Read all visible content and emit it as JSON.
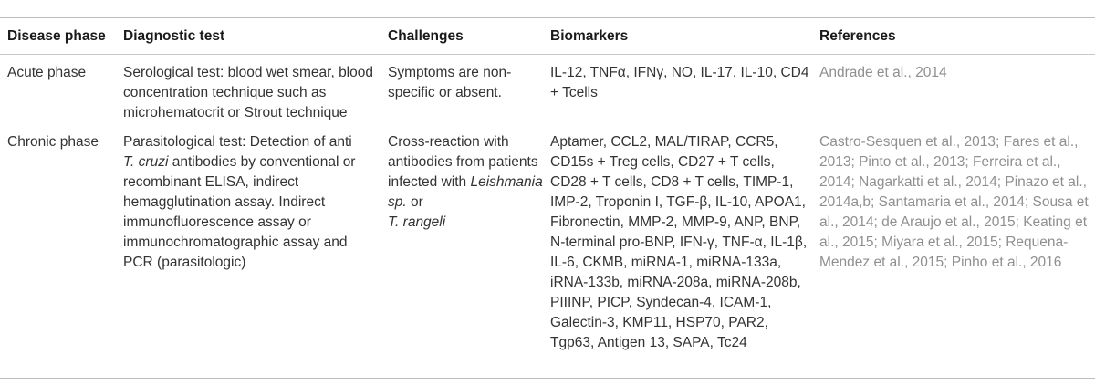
{
  "table": {
    "headers": {
      "disease_phase": "Disease phase",
      "diagnostic_test": "Diagnostic test",
      "challenges": "Challenges",
      "biomarkers": "Biomarkers",
      "references": "References"
    },
    "rows": [
      {
        "phase": "Acute phase",
        "test": "Serological test: blood wet smear, blood concentration technique such as microhematocrit or Strout technique",
        "challenges": "Symptoms are non-specific or absent.",
        "biomarkers": "IL-12, TNFα, IFNγ, NO, IL-17, IL-10, CD4 + Tcells",
        "references": "Andrade et al., 2014"
      },
      {
        "phase": "Chronic phase",
        "test_part1": "Parasitological test: Detection of anti",
        "test_italic": "T. cruzi",
        "test_part2": " antibodies by conventional or recombinant ELISA, indirect hemagglutination assay. Indirect immunofluorescence assay or immunochromatographic assay and PCR (parasitologic)",
        "challenges_part1": "Cross-reaction with antibodies from patients infected with ",
        "challenges_italic1": "Leishmania sp.",
        "challenges_part2": " or ",
        "challenges_italic2": "T. rangeli",
        "biomarkers": "Aptamer, CCL2, MAL/TIRAP, CCR5, CD15s + Treg cells, CD27 + T cells, CD28 + T cells, CD8 + T cells, TIMP-1, IMP-2, Troponin I, TGF-β, IL-10, APOA1, Fibronectin, MMP-2, MMP-9, ANP, BNP, N-terminal pro-BNP, IFN-γ, TNF-α, IL-1β, IL-6, CKMB, miRNA-1, miRNA-133a, iRNA-133b, miRNA-208a, miRNA-208b, PIIINP, PICP, Syndecan-4, ICAM-1, Galectin-3, KMP11, HSP70, PAR2, Tgp63, Antigen 13, SAPA, Tc24",
        "references": "Castro-Sesquen et al., 2013; Fares et al., 2013; Pinto et al., 2013; Ferreira et al., 2014; Nagarkatti et al., 2014; Pinazo et al., 2014a,b; Santamaria et al., 2014; Sousa et al., 2014; de Araujo et al., 2015; Keating et al., 2015; Miyara et al., 2015; Requena-Mendez et al., 2015; Pinho et al., 2016"
      }
    ]
  }
}
